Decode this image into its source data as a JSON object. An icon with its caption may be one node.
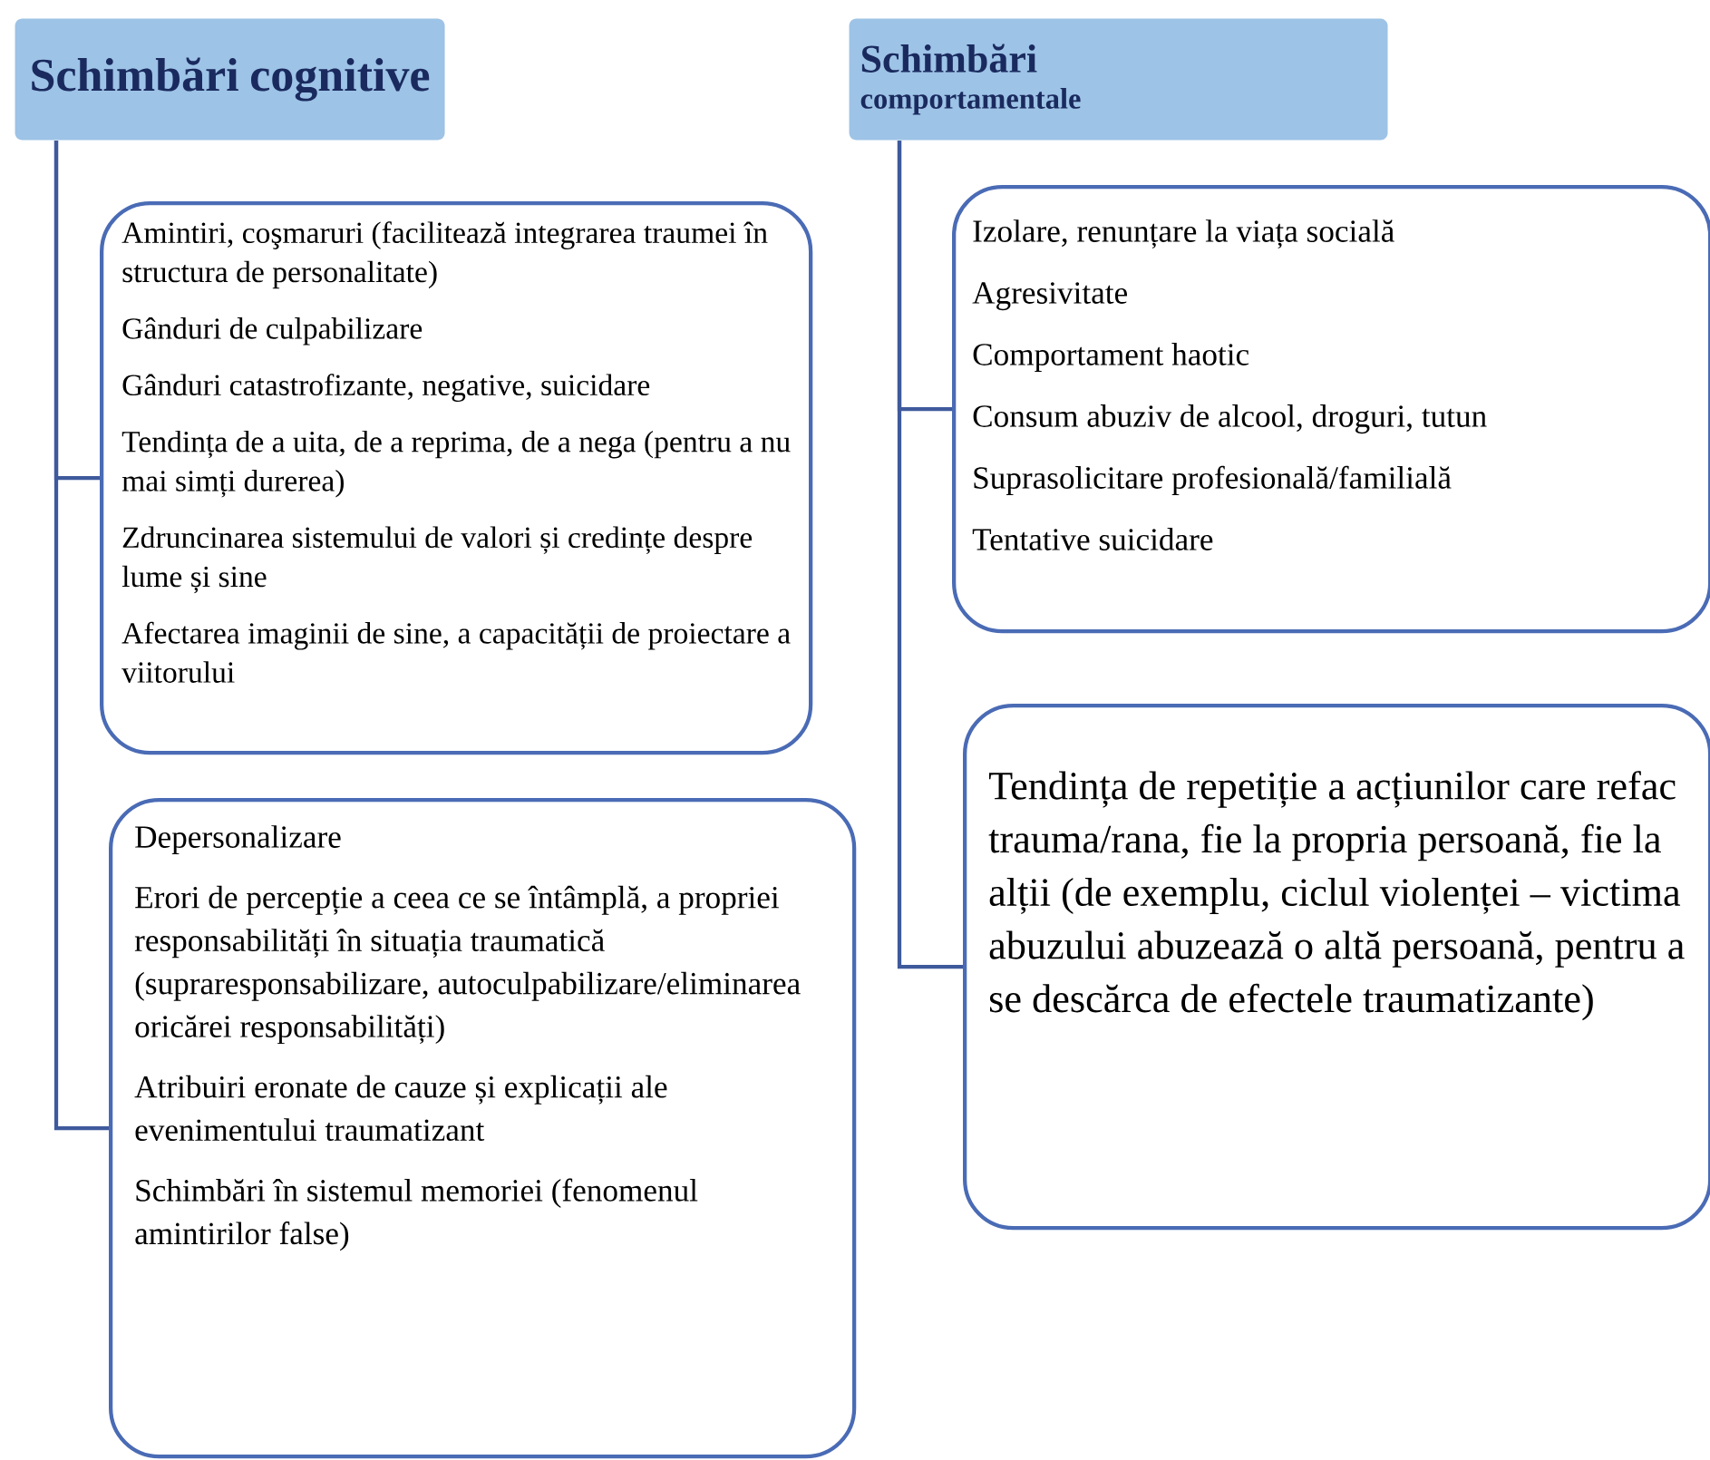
{
  "diagram": {
    "nodes": [
      {
        "text": [
          "Schimbări cognitive"
        ]
      },
      {
        "text": [
          "Amintiri, coşmaruri (facilitează integrarea traumei în structura de personalitate)",
          "Gânduri de culpabilizare",
          "Gânduri catastrofizante, negative, suicidare",
          "Tendința de a uita, de a reprima, de a nega (pentru a nu mai simți durerea)",
          "Zdruncinarea sistemului de valori și credințe despre lume și sine",
          "Afectarea imaginii de sine, a capacității de proiectare a viitorului"
        ]
      },
      {
        "text": [
          "Depersonalizare",
          "Erori de percepție a ceea ce se întâmplă, a propriei responsabilități în situația traumatică (supraresponsabilizare, autoculpabilizare/eliminarea oricărei responsabilități)",
          "Atribuiri eronate de cauze și explicații ale evenimentului traumatizant",
          "Schimbări în sistemul memoriei (fenomenul amintirilor false)"
        ]
      },
      {
        "text": [
          "Schimbări",
          "comportamentale"
        ]
      },
      {
        "text": [
          "Izolare, renunțare la viața socială",
          "Agresivitate",
          "Comportament haotic",
          "Consum abuziv de alcool, droguri, tutun",
          "Suprasolicitare profesională/familială",
          "Tentative suicidare"
        ]
      },
      {
        "text": [
          "Tendința de repetiție a acțiunilor care refac trauma/rana, fie la propria persoană, fie la alții (de exemplu, ciclul violenței – victima abuzului abuzează o altă persoană, pentru a se descărca de efectele traumatizante)"
        ]
      }
    ],
    "edges": [
      {
        "from": 0,
        "to": 1,
        "arrow": "none"
      },
      {
        "from": 0,
        "to": 2,
        "arrow": "none"
      },
      {
        "from": 3,
        "to": 4,
        "arrow": "none"
      },
      {
        "from": 3,
        "to": 5,
        "arrow": "none"
      }
    ]
  }
}
